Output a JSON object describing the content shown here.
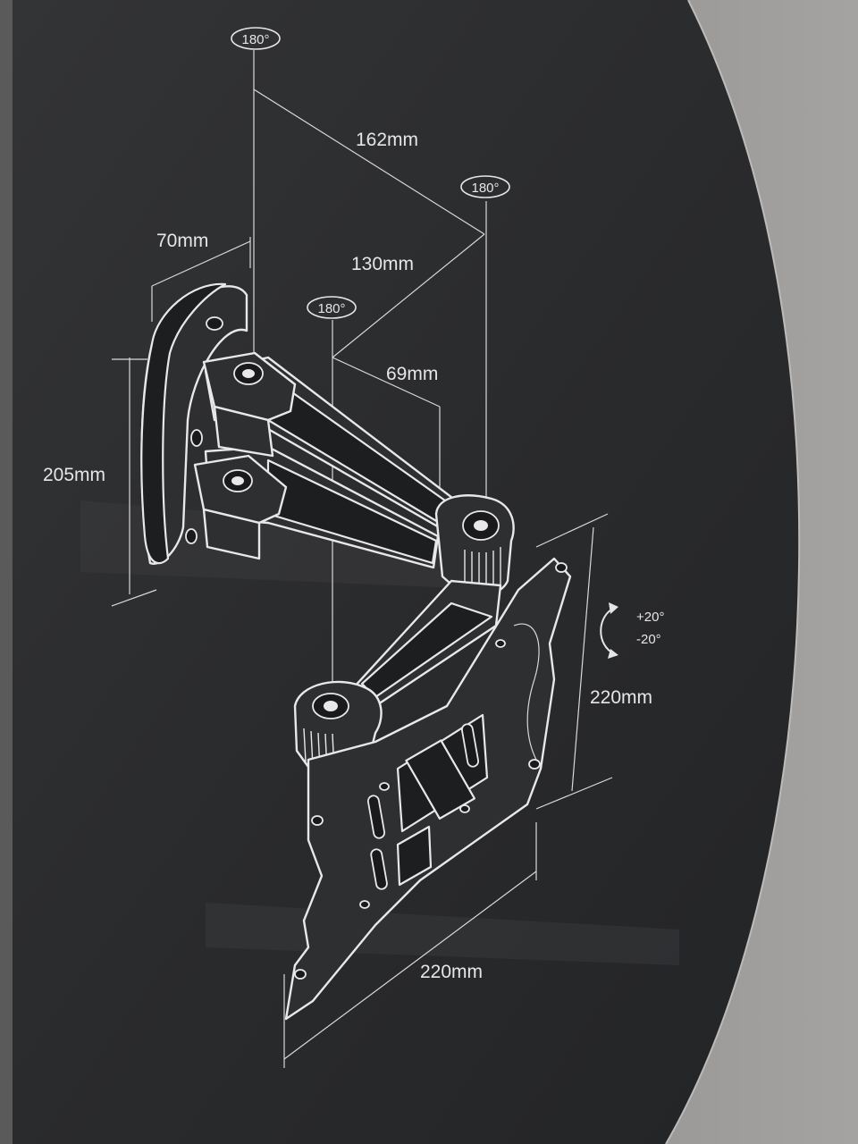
{
  "colors": {
    "panel": "#2a2b2d",
    "border_light": "#9a9897",
    "linework": "#e8e8e8"
  },
  "rotation_badges": [
    "180°",
    "180°",
    "180°"
  ],
  "dimensions": {
    "arm_long": "162mm",
    "wall_depth": "70mm",
    "arm_mid": "130mm",
    "arm_short": "69mm",
    "wall_height": "205mm",
    "plate_height": "220mm",
    "plate_width": "220mm"
  },
  "tilt": {
    "up": "+20°",
    "down": "-20°",
    "icon": "rotate-arrow-icon"
  }
}
